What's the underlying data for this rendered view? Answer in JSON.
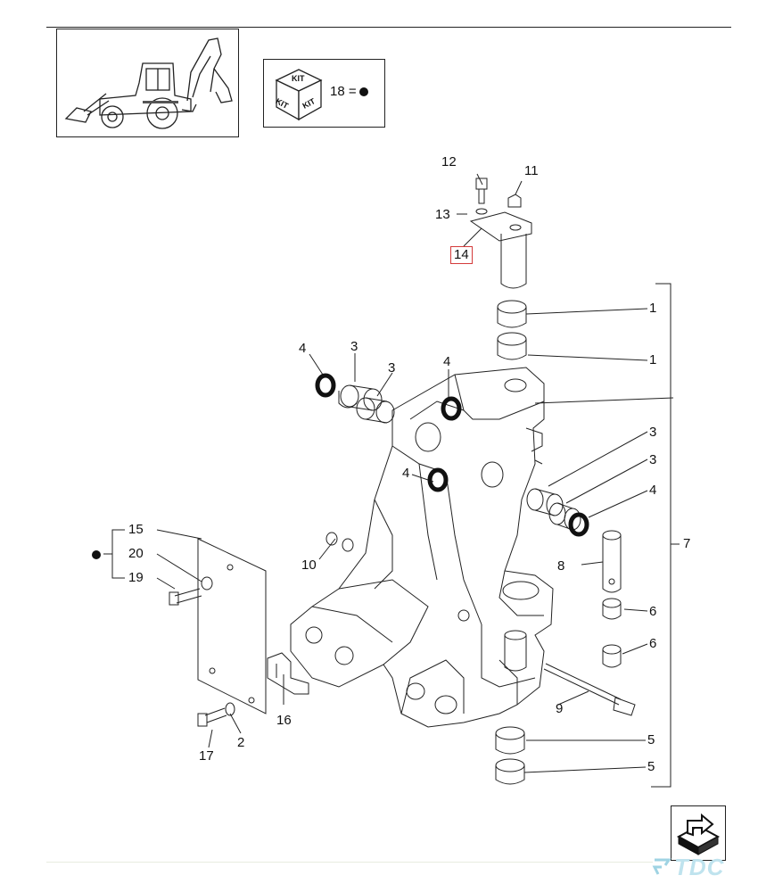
{
  "kit_legend": {
    "kit_word": "KIT",
    "text": "18 =",
    "symbol": "filled-dot"
  },
  "callouts": {
    "c1a": "1",
    "c1b": "1",
    "c2": "2",
    "c3a": "3",
    "c3b": "3",
    "c3c": "3",
    "c3d": "3",
    "c4a": "4",
    "c4b": "4",
    "c4c": "4",
    "c4d": "4",
    "c5a": "5",
    "c5b": "5",
    "c6a": "6",
    "c6b": "6",
    "c7": "7",
    "c8": "8",
    "c9": "9",
    "c10": "10",
    "c11": "11",
    "c12": "12",
    "c13": "13",
    "c14": "14",
    "c15": "15",
    "c16": "16",
    "c17": "17",
    "c19": "19",
    "c20": "20"
  },
  "highlighted_part": "14",
  "watermark": "TDC",
  "colors": {
    "line": "#222222",
    "highlight": "#d43a3a",
    "watermark": "#bfe3ee"
  },
  "icons": [
    "backhoe-loader-thumbnail",
    "kit-cube-icon",
    "next-page-arrow-icon",
    "tdc-logo-icon"
  ]
}
